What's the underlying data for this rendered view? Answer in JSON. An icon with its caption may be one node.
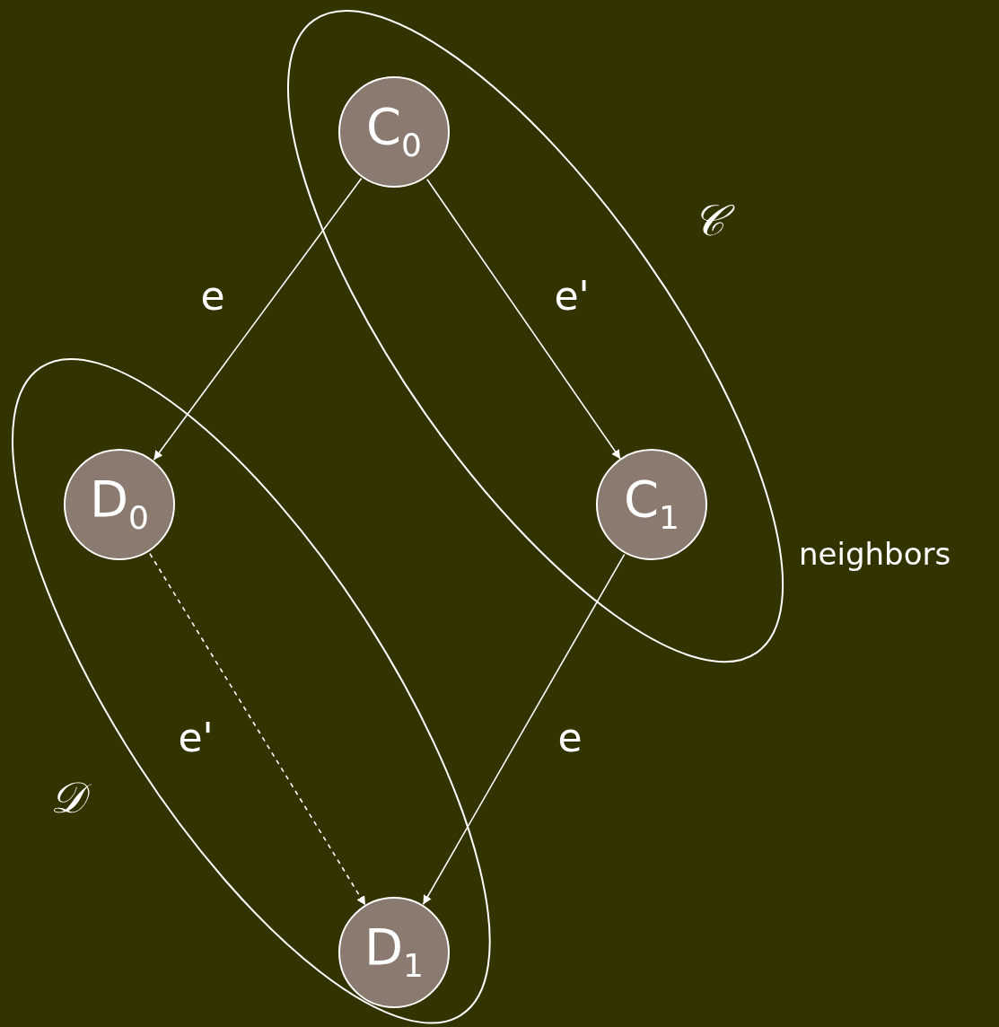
{
  "diagram": {
    "nodes": [
      {
        "text": [
          "𝒞"
        ]
      },
      {
        "text": [
          "C$_{0}$"
        ],
        "in": 0
      },
      {
        "text": [
          "C$_{1}$"
        ],
        "in": 0
      },
      {
        "text": [
          "𝒟"
        ]
      },
      {
        "text": [
          "D$_{0}$"
        ],
        "in": 3
      },
      {
        "text": [
          "D$_{1}$"
        ],
        "in": 3
      }
    ],
    "edges": [
      {
        "from": 1,
        "to": 4,
        "arrow": "to",
        "label": "e"
      },
      {
        "from": 1,
        "to": 2,
        "arrow": "to",
        "label": "e'"
      },
      {
        "from": 4,
        "to": 5,
        "arrow": "to",
        "label": "e'",
        "style": "dashed"
      },
      {
        "from": 2,
        "to": 5,
        "arrow": "to",
        "label": "e"
      }
    ],
    "labels": [
      "neighbors"
    ]
  }
}
